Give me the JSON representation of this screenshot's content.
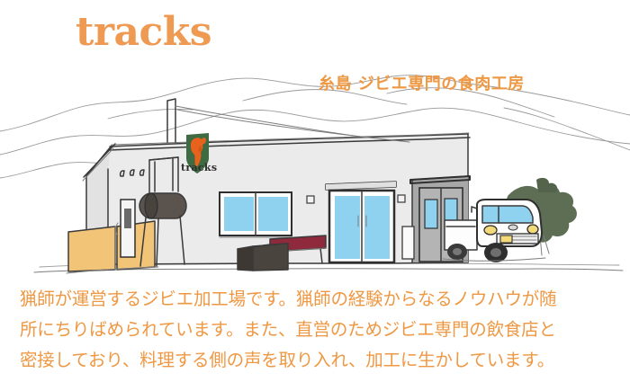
{
  "brand": {
    "wordmark": "tracks",
    "sign_label": "tracks",
    "logo_icon": "boar-shield-logo"
  },
  "tagline": "糸島 ジビエ専門の食肉工房",
  "description": {
    "lines": [
      "猟師が運営するジビエ加工場です。猟師の経験からなるノウハウが随",
      "所にちりばめられています。また、直営のためジビエ専門の飲食店と",
      "密接しており、料理する側の声を取り入れ、加工に生かしています。"
    ]
  },
  "colors": {
    "brand_orange": "#ee9a52",
    "text_orange": "#ef9843",
    "logo_shield_green": "#3f6b42",
    "logo_animal_orange": "#e8621e",
    "building_wall": "#ebebeb",
    "building_wall_shade": "#dedede",
    "window_blue": "#8fd2f0",
    "door_gray": "#a8a8a8",
    "bench_red": "#8e2a3c",
    "box_brown": "#4a443f",
    "carton_tan": "#f2c478",
    "smoker_gray": "#5b544e",
    "tree_green": "#5d6e55",
    "truck_white": "#fdfdfd",
    "truck_headlight": "#f3d97a",
    "sketch_line": "#3a3a3a",
    "ground_line": "#9a9a9a",
    "background": "#ffffff"
  },
  "illustration": {
    "name": "tracks-workshop-building-sketch",
    "scene_elements": [
      "rolling-hills-background",
      "workshop-building",
      "roof-antenna-pole",
      "wall-vents",
      "logo-sign",
      "blue-windows",
      "entrance-doors",
      "garage-double-door",
      "cardboard-boxes",
      "smoker-tank",
      "red-bench",
      "dark-crate",
      "kei-truck",
      "tree"
    ]
  }
}
